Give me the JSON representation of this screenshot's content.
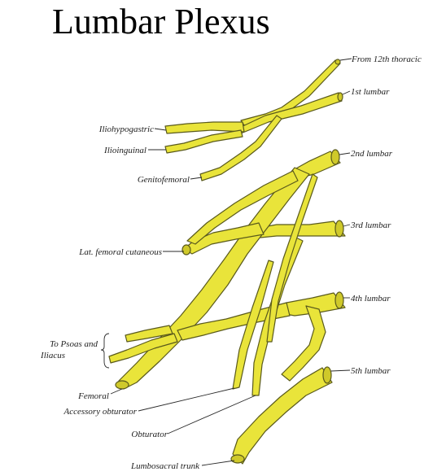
{
  "title": "Lumbar Plexus",
  "labels": {
    "from_12th_thoracic": "From 12th thoracic",
    "l1": "1st lumbar",
    "iliohypogastric": "Iliohypogastric",
    "ilioinguinal": "Ilioinguinal",
    "genitofemoral": "Genitofemoral",
    "l2": "2nd lumbar",
    "l3": "3rd lumbar",
    "lat_femoral_cutaneous": "Lat. femoral cutaneous",
    "l4": "4th lumbar",
    "to_psoas_and": "To Psoas and",
    "iliacus": "Iliacus",
    "l5": "5th lumbar",
    "femoral": "Femoral",
    "accessory_obturator": "Accessory obturator",
    "obturator": "Obturator",
    "lumbosacral_trunk": "Lumbosacral trunk"
  },
  "colors": {
    "nerve": "#e9e43a",
    "nerve_outline": "#5a5a1c",
    "text": "#1e1e1e"
  }
}
